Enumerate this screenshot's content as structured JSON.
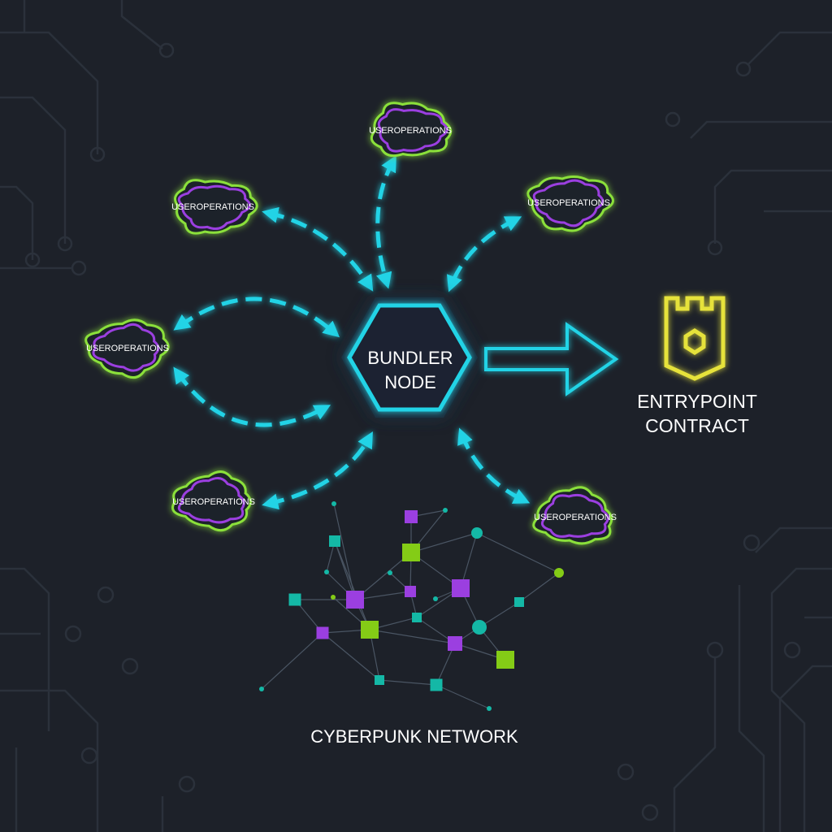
{
  "colors": {
    "background": "#1d2129",
    "circuit": "#2b313b",
    "cyan": "#22d3e6",
    "cloud_outer": "#8be03a",
    "cloud_inner": "#9b3fe0",
    "yellow": "#e6e23a",
    "text": "#ffffff",
    "node_teal": "#14b8a6",
    "node_purple": "#9b3fe0",
    "node_green": "#84cc16"
  },
  "clouds": [
    {
      "label": "USEROPERATIONS"
    },
    {
      "label": "USEROPERATIONS"
    },
    {
      "label": "USEROPERATIONS"
    },
    {
      "label": "USEROPERATIONS"
    },
    {
      "label": "USEROPERATIONS"
    },
    {
      "label": "USEROPERATIONS"
    }
  ],
  "bundler": {
    "line1": "BUNDLER",
    "line2": "NODE",
    "icon": "hexagon-icon"
  },
  "entrypoint": {
    "line1": "ENTRYPOINT",
    "line2": "CONTRACT",
    "icon": "castle-tower-icon"
  },
  "network": {
    "label": "CYBERPUNK NETWORK"
  }
}
